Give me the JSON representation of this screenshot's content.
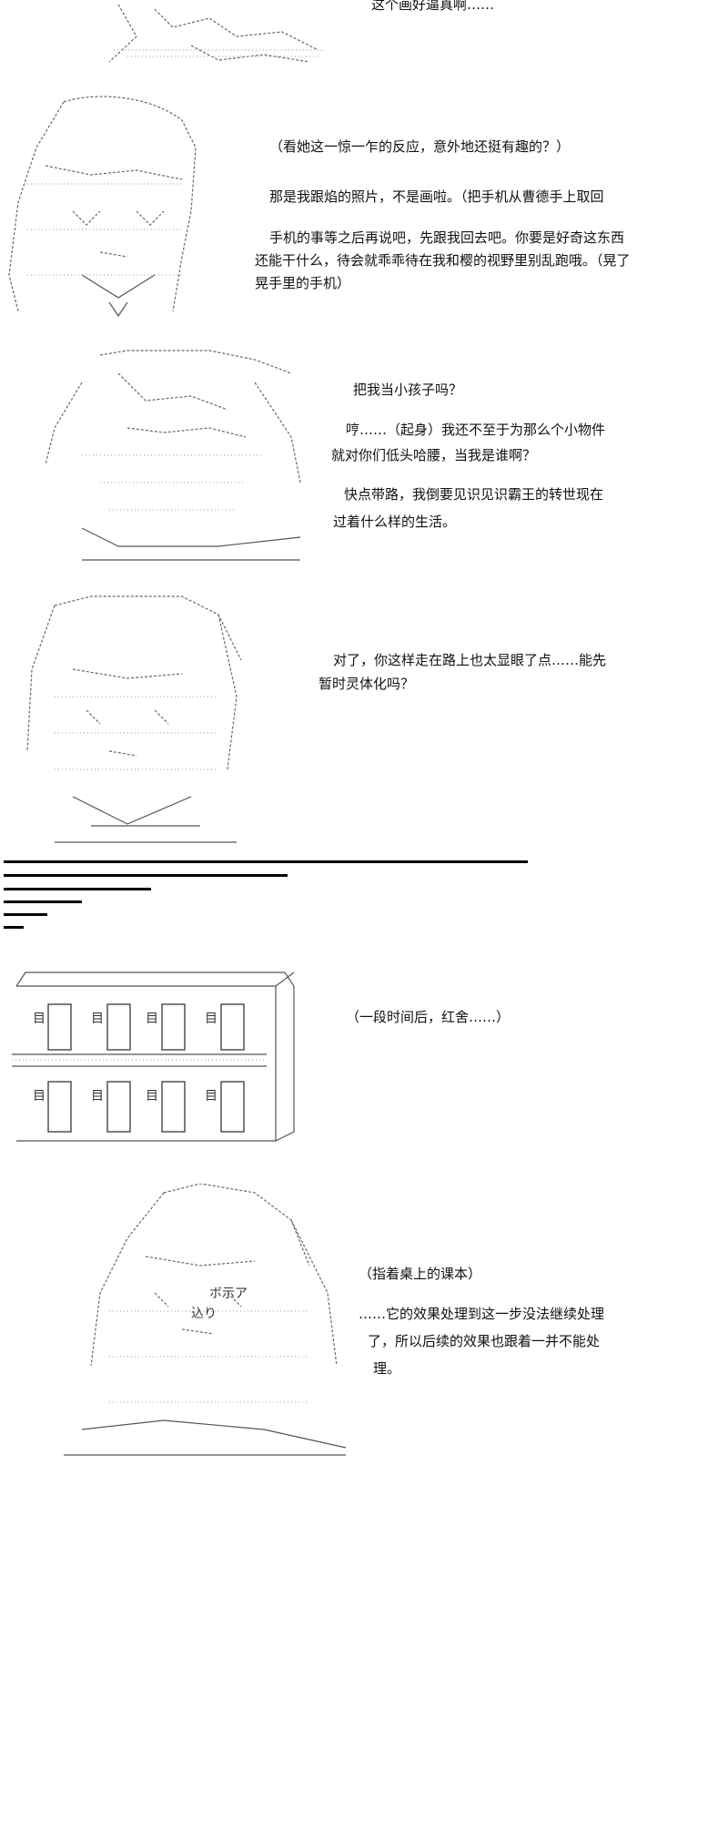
{
  "blocks": [
    {
      "lines": [
        "这个画好逼真啊……"
      ]
    },
    {
      "lines": [
        "（看她这一惊一乍的反应，意外地还挺有趣的？）",
        "那是我跟焰的照片，不是画啦。（把手机从曹德手上取回",
        "手机的事等之后再说吧，先跟我回去吧。你要是好奇这东西",
        "还能干什么，待会就乖乖待在我和樱的视野里别乱跑哦。（晃了",
        "晃手里的手机）"
      ]
    },
    {
      "lines": [
        "把我当小孩子吗？",
        "哼……（起身）我还不至于为那么个小物件",
        "就对你们低头哈腰，当我是谁啊？",
        "快点带路，我倒要见识见识霸王的转世现在",
        "过着什么样的生活。"
      ]
    },
    {
      "lines": [
        "对了，你这样走在路上也太显眼了点……能先",
        "暂时灵体化吗？"
      ]
    },
    {
      "lines": [
        "（一段时间后，红舍……）"
      ]
    },
    {
      "lines": [
        "（指着桌上的课本）",
        "……它的效果处理到这一步没法继续处理",
        "了，所以后续的效果也跟着一并不能处",
        "理。"
      ]
    }
  ],
  "art": {
    "building_door_label": "目",
    "book_text_1": "ボ示ア",
    "book_text_2": "込り"
  }
}
